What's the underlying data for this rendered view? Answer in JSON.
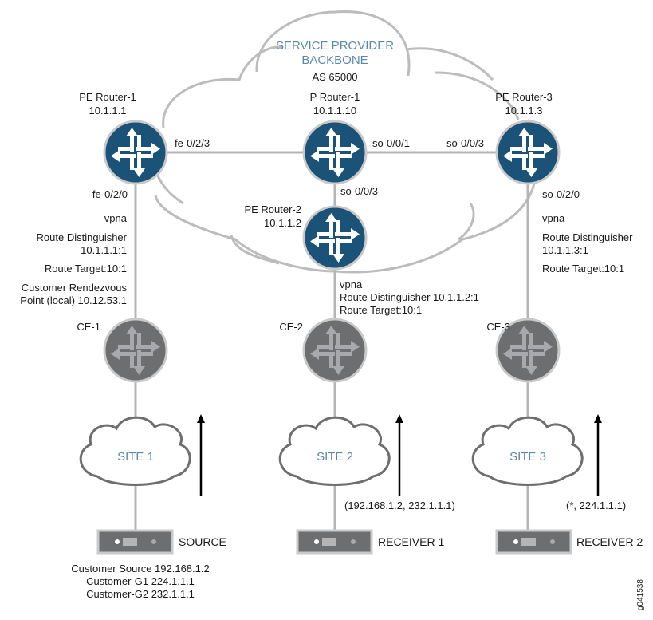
{
  "backbone": {
    "title_line1": "SERVICE PROVIDER",
    "title_line2": "BACKBONE",
    "as_number": "AS 65000"
  },
  "routers": {
    "pe1": {
      "name": "PE Router-1",
      "ip": "10.1.1.1",
      "type": "provider-edge"
    },
    "p1": {
      "name": "P Router-1",
      "ip": "10.1.1.10",
      "type": "provider-core"
    },
    "pe3": {
      "name": "PE Router-3",
      "ip": "10.1.1.3",
      "type": "provider-edge"
    },
    "pe2": {
      "name": "PE Router-2",
      "ip": "10.1.1.2",
      "type": "provider-edge"
    },
    "ce1": {
      "name": "CE-1",
      "type": "customer-edge"
    },
    "ce2": {
      "name": "CE-2",
      "type": "customer-edge"
    },
    "ce3": {
      "name": "CE-3",
      "type": "customer-edge"
    }
  },
  "interfaces": {
    "pe1_to_p1": "fe-0/2/3",
    "pe1_to_ce1": "fe-0/2/0",
    "p1_to_pe3": "so-0/0/1",
    "pe3_to_p1": "so-0/0/3",
    "p1_to_pe2": "so-0/0/3",
    "pe3_to_ce3": "so-0/2/0"
  },
  "vpn_config": {
    "pe1": {
      "instance": "vpna",
      "rd_label": "Route Distinguisher",
      "rd_value": "10.1.1.1:1",
      "route_target": "Route Target:10:1",
      "rp_line1": "Customer Rendezvous",
      "rp_line2": "Point (local) 10.12.53.1"
    },
    "pe2": {
      "instance": "vpna",
      "rd_line": "Route Distinguisher 10.1.1.2:1",
      "route_target": "Route Target:10:1"
    },
    "pe3": {
      "instance": "vpna",
      "rd_label": "Route Distinguisher",
      "rd_value": "10.1.1.3:1",
      "route_target": "Route Target:10:1"
    }
  },
  "sites": [
    {
      "label": "SITE 1",
      "device": "SOURCE"
    },
    {
      "label": "SITE 2",
      "device": "RECEIVER 1",
      "join": "(192.168.1.2, 232.1.1.1)"
    },
    {
      "label": "SITE 3",
      "device": "RECEIVER 2",
      "join": "(*, 224.1.1.1)"
    }
  ],
  "source_info": {
    "line1": "Customer Source 192.168.1.2",
    "line2": "Customer-G1 224.1.1.1",
    "line3": "Customer-G2 232.1.1.1"
  },
  "figure_id": "g041538",
  "colors": {
    "provider_router": "#1b5278",
    "customer_router": "#6d6e70",
    "cloud_text": "#5a8aa8",
    "link": "#b5b5b5"
  }
}
